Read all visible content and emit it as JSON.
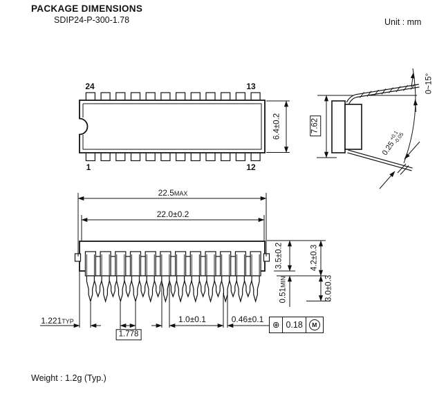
{
  "meta": {
    "ink": "#111111",
    "paper": "#ffffff"
  },
  "header": {
    "title": "PACKAGE DIMENSIONS",
    "subtitle": "SDIP24-P-300-1.78",
    "unit_label": "Unit : mm"
  },
  "top_view": {
    "pin_top_left": "24",
    "pin_top_right": "13",
    "pin_bottom_left": "1",
    "pin_bottom_right": "12",
    "body_width": "6.4±0.2"
  },
  "side_view": {
    "row_spacing": "7.62",
    "lead_angle": "0~15°",
    "lead_thickness": {
      "value": "0.25",
      "tol_plus": "+0.1",
      "tol_minus": "-0.05"
    }
  },
  "front_view": {
    "overall_length": {
      "value": "22.5",
      "suffix": "MAX"
    },
    "body_length": "22.0±0.2",
    "body_height": "3.5±0.2",
    "lead_shoulder": "4.2±0.3",
    "standoff": {
      "value": "0.51",
      "suffix": "MIN"
    },
    "lead_length": "3.0±0.3",
    "end_lead_offset": {
      "value": "1.221",
      "suffix": "TYP"
    },
    "lead_pitch": "1.778",
    "lead_width": "1.0±0.1",
    "lead_tip_width": "0.46±0.1",
    "position_tolerance": {
      "symbol": "⊕",
      "value": "0.18",
      "modifier": "M"
    }
  },
  "footer": {
    "weight": "Weight : 1.2g (Typ.)"
  }
}
